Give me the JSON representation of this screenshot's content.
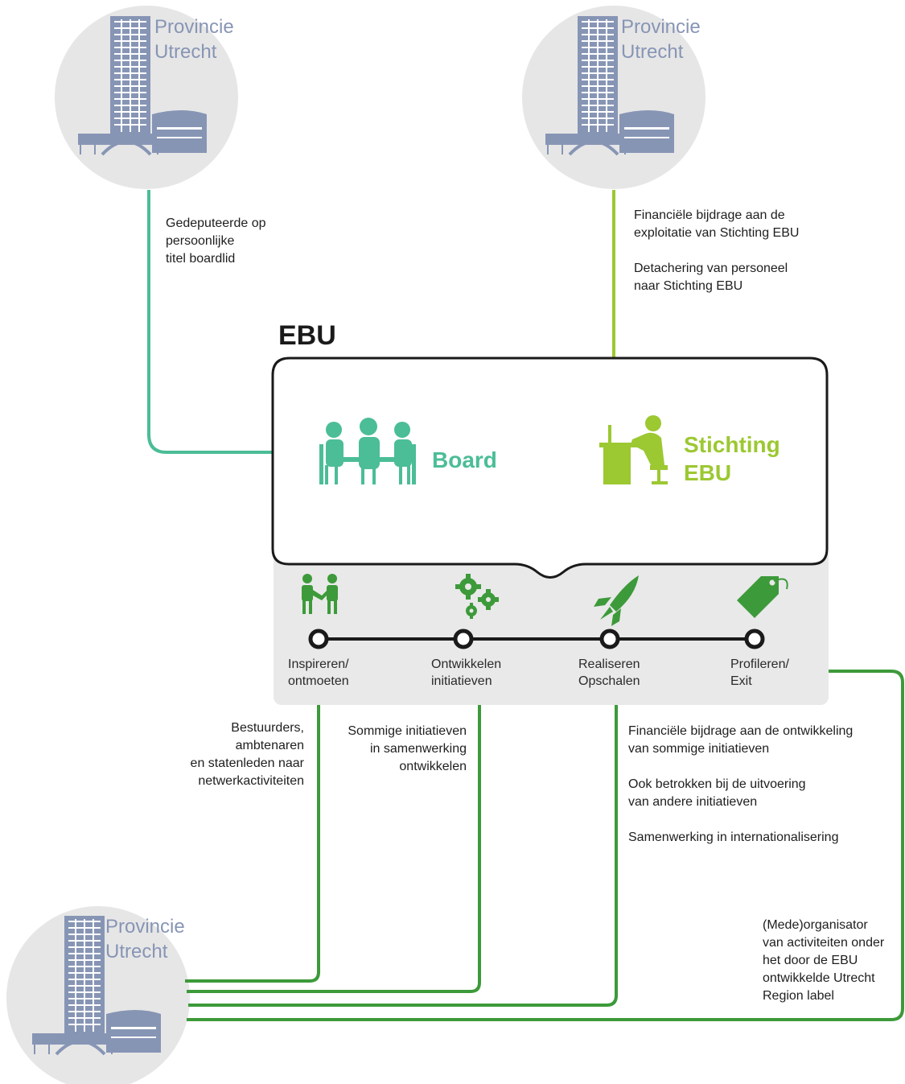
{
  "provinces": {
    "top_left": {
      "line1": "Provincie",
      "line2": "Utrecht"
    },
    "top_right": {
      "line1": "Provincie",
      "line2": "Utrecht"
    },
    "bottom": {
      "line1": "Provincie",
      "line2": "Utrecht"
    }
  },
  "ebu": {
    "title": "EBU",
    "board": "Board",
    "stichting_line1": "Stichting",
    "stichting_line2": "EBU"
  },
  "steps": [
    {
      "line1": "Inspireren/",
      "line2": "ontmoeten"
    },
    {
      "line1": "Ontwikkelen",
      "line2": "initiatieven"
    },
    {
      "line1": "Realiseren",
      "line2": "Opschalen"
    },
    {
      "line1": "Profileren/",
      "line2": "Exit"
    }
  ],
  "annotations": {
    "board_link": [
      "Gedeputeerde op",
      "persoonlijke",
      "titel boardlid"
    ],
    "stichting_link": [
      "Financiële bijdrage aan de",
      "exploitatie van Stichting EBU",
      "",
      "Detachering van personeel",
      "naar Stichting EBU"
    ],
    "inspireren_link": [
      "Bestuurders,",
      "ambtenaren",
      "en statenleden naar",
      "netwerkactiviteiten"
    ],
    "ontwikkelen_link": [
      "Sommige initiatieven",
      "in samenwerking",
      "ontwikkelen"
    ],
    "realiseren_link": [
      "Financiële bijdrage aan de ontwikkeling",
      "van sommige initiatieven",
      "",
      "Ook betrokken bij de uitvoering",
      "van andere initiatieven",
      "",
      "Samenwerking in internationalisering"
    ],
    "profileren_link": [
      "(Mede)organisator",
      "van activiteiten onder",
      "het door de EBU",
      "ontwikkelde Utrecht",
      "Region label"
    ]
  },
  "colors": {
    "teal": "#4bbd97",
    "lime": "#9cc832",
    "dark_green": "#3d9a3a",
    "icon_blue": "#8795b5",
    "circle_gray": "#e6e6e6",
    "panel_gray": "#e9e9e9"
  },
  "icons": [
    "building-icon",
    "meeting-icon",
    "desk-worker-icon",
    "handshake-icon",
    "gears-icon",
    "rocket-icon",
    "tag-icon"
  ]
}
